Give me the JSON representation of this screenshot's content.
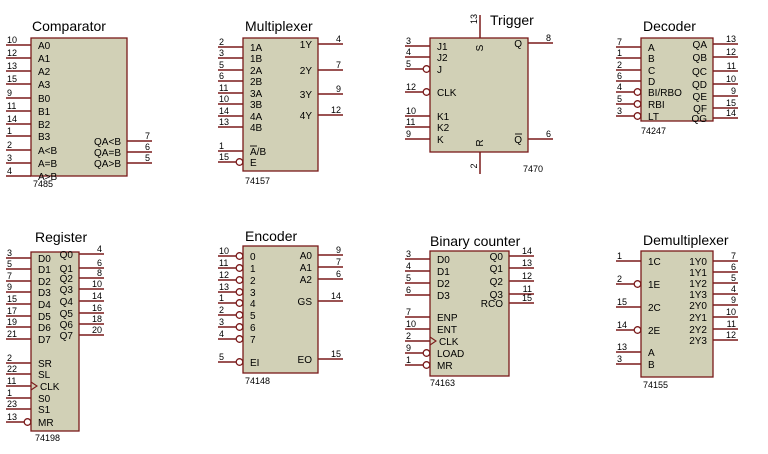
{
  "colors": {
    "body": "#d1d0b6",
    "outline": "#7a1a1a",
    "pin": "#7a1a1a",
    "text": "#000000"
  },
  "chips": [
    {
      "title": "Comparator",
      "part": "7485",
      "left": [
        [
          "10",
          "A0"
        ],
        [
          "12",
          "A1"
        ],
        [
          "13",
          "A2"
        ],
        [
          "15",
          "A3"
        ],
        [
          "9",
          "B0"
        ],
        [
          "11",
          "B1"
        ],
        [
          "14",
          "B2"
        ],
        [
          "1",
          "B3"
        ],
        [
          "2",
          "A<B"
        ],
        [
          "3",
          "A=B"
        ],
        [
          "4",
          "A>B"
        ]
      ],
      "right": [
        [
          "7",
          "QA<B"
        ],
        [
          "6",
          "QA=B"
        ],
        [
          "5",
          "QA>B"
        ]
      ]
    },
    {
      "title": "Multiplexer",
      "part": "74157",
      "left": [
        [
          "2",
          "1A"
        ],
        [
          "3",
          "1B"
        ],
        [
          "5",
          "2A"
        ],
        [
          "6",
          "2B"
        ],
        [
          "11",
          "3A"
        ],
        [
          "10",
          "3B"
        ],
        [
          "14",
          "4A"
        ],
        [
          "13",
          "4B"
        ],
        [
          "1",
          "A/B"
        ],
        [
          "15",
          "E"
        ]
      ],
      "right": [
        [
          "4",
          "1Y"
        ],
        [
          "7",
          "2Y"
        ],
        [
          "9",
          "3Y"
        ],
        [
          "12",
          "4Y"
        ]
      ]
    },
    {
      "title": "Trigger",
      "part": "7470",
      "left": [
        [
          "3",
          "J1"
        ],
        [
          "4",
          "J2"
        ],
        [
          "5",
          "J"
        ],
        [
          "12",
          "CLK"
        ],
        [
          "10",
          "K1"
        ],
        [
          "11",
          "K2"
        ],
        [
          "9",
          "K"
        ]
      ],
      "right": [
        [
          "8",
          "Q"
        ],
        [
          "6",
          "Q"
        ]
      ],
      "top": [
        [
          "13",
          "S"
        ]
      ],
      "bottom": [
        [
          "2",
          "R"
        ]
      ]
    },
    {
      "title": "Decoder",
      "part": "74247",
      "left": [
        [
          "7",
          "A"
        ],
        [
          "1",
          "B"
        ],
        [
          "2",
          "C"
        ],
        [
          "6",
          "D"
        ],
        [
          "4",
          "BI/RBO"
        ],
        [
          "5",
          "RBI"
        ],
        [
          "3",
          "LT"
        ]
      ],
      "right": [
        [
          "13",
          "QA"
        ],
        [
          "12",
          "QB"
        ],
        [
          "11",
          "QC"
        ],
        [
          "10",
          "QD"
        ],
        [
          "9",
          "QE"
        ],
        [
          "15",
          "QF"
        ],
        [
          "14",
          "QG"
        ]
      ]
    },
    {
      "title": "Register",
      "part": "74198",
      "left": [
        [
          "3",
          "D0"
        ],
        [
          "5",
          "D1"
        ],
        [
          "7",
          "D2"
        ],
        [
          "9",
          "D3"
        ],
        [
          "15",
          "D4"
        ],
        [
          "17",
          "D5"
        ],
        [
          "19",
          "D6"
        ],
        [
          "21",
          "D7"
        ],
        [
          "2",
          "SR"
        ],
        [
          "22",
          "SL"
        ],
        [
          "11",
          "CLK"
        ],
        [
          "1",
          "S0"
        ],
        [
          "23",
          "S1"
        ],
        [
          "13",
          "MR"
        ]
      ],
      "right": [
        [
          "4",
          "Q0"
        ],
        [
          "6",
          "Q1"
        ],
        [
          "8",
          "Q2"
        ],
        [
          "10",
          "Q3"
        ],
        [
          "14",
          "Q4"
        ],
        [
          "16",
          "Q5"
        ],
        [
          "18",
          "Q6"
        ],
        [
          "20",
          "Q7"
        ]
      ]
    },
    {
      "title": "Encoder",
      "part": "74148",
      "left": [
        [
          "10",
          "0"
        ],
        [
          "11",
          "1"
        ],
        [
          "12",
          "2"
        ],
        [
          "13",
          "3"
        ],
        [
          "1",
          "4"
        ],
        [
          "2",
          "5"
        ],
        [
          "3",
          "6"
        ],
        [
          "4",
          "7"
        ],
        [
          "5",
          "EI"
        ]
      ],
      "right": [
        [
          "9",
          "A0"
        ],
        [
          "7",
          "A1"
        ],
        [
          "6",
          "A2"
        ],
        [
          "14",
          "GS"
        ],
        [
          "15",
          "EO"
        ]
      ]
    },
    {
      "title": "Binary counter",
      "part": "74163",
      "left": [
        [
          "3",
          "D0"
        ],
        [
          "4",
          "D1"
        ],
        [
          "5",
          "D2"
        ],
        [
          "6",
          "D3"
        ],
        [
          "7",
          "ENP"
        ],
        [
          "10",
          "ENT"
        ],
        [
          "2",
          "CLK"
        ],
        [
          "9",
          "LOAD"
        ],
        [
          "1",
          "MR"
        ]
      ],
      "right": [
        [
          "14",
          "Q0"
        ],
        [
          "13",
          "Q1"
        ],
        [
          "12",
          "Q2"
        ],
        [
          "11",
          "Q3"
        ],
        [
          "15",
          "RCO"
        ]
      ]
    },
    {
      "title": "Demultiplexer",
      "part": "74155",
      "left": [
        [
          "1",
          "1C"
        ],
        [
          "2",
          "1E"
        ],
        [
          "15",
          "2C"
        ],
        [
          "14",
          "2E"
        ],
        [
          "13",
          "A"
        ],
        [
          "3",
          "B"
        ]
      ],
      "right": [
        [
          "7",
          "1Y0"
        ],
        [
          "6",
          "1Y1"
        ],
        [
          "5",
          "1Y2"
        ],
        [
          "4",
          "1Y3"
        ],
        [
          "9",
          "2Y0"
        ],
        [
          "10",
          "2Y1"
        ],
        [
          "11",
          "2Y2"
        ],
        [
          "12",
          "2Y3"
        ]
      ]
    }
  ]
}
